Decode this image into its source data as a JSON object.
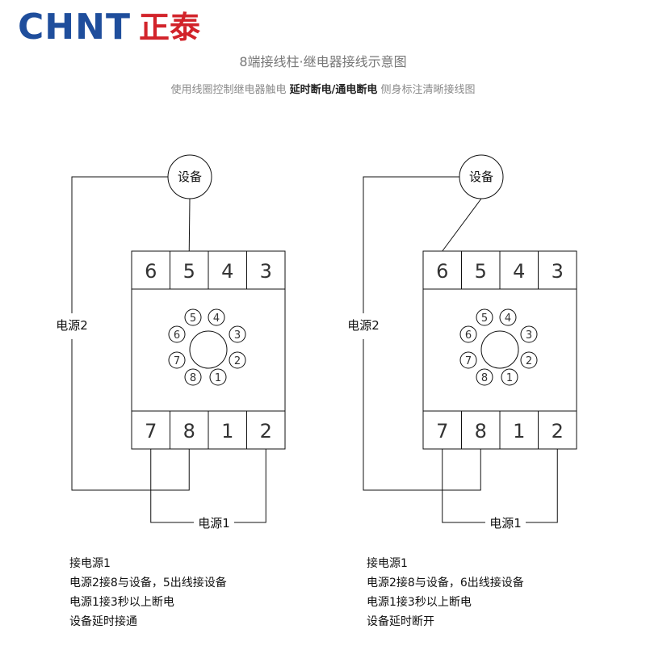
{
  "brand": {
    "logo_latin": "CHNT",
    "logo_cn": "正泰",
    "color_blue": "#1F4E9C",
    "color_red": "#D2232A"
  },
  "header": {
    "title": "8端接线柱·继电器接线示意图",
    "subtitle_pre": "使用线圈控制继电器触电",
    "subtitle_highlight": "延时断电/通电断电",
    "subtitle_post": "侧身标注清晰接线图"
  },
  "diagrams": [
    {
      "device_label": "设备",
      "power2_label": "电源2",
      "power1_label": "电源1",
      "top_terminals": [
        "6",
        "5",
        "4",
        "3"
      ],
      "bottom_terminals": [
        "7",
        "8",
        "1",
        "2"
      ],
      "socket_pins": [
        "5",
        "4",
        "6",
        "3",
        "7",
        "2",
        "8",
        "1"
      ],
      "notes": [
        "接电源1",
        "电源2接8与设备，5出线接设备",
        "电源1接3秒以上断电",
        "设备延时接通"
      ]
    },
    {
      "device_label": "设备",
      "power2_label": "电源2",
      "power1_label": "电源1",
      "top_terminals": [
        "6",
        "5",
        "4",
        "3"
      ],
      "bottom_terminals": [
        "7",
        "8",
        "1",
        "2"
      ],
      "socket_pins": [
        "5",
        "4",
        "6",
        "3",
        "7",
        "2",
        "8",
        "1"
      ],
      "notes": [
        "接电源1",
        "电源2接8与设备，6出线接设备",
        "电源1接3秒以上断电",
        "设备延时断开"
      ]
    }
  ]
}
